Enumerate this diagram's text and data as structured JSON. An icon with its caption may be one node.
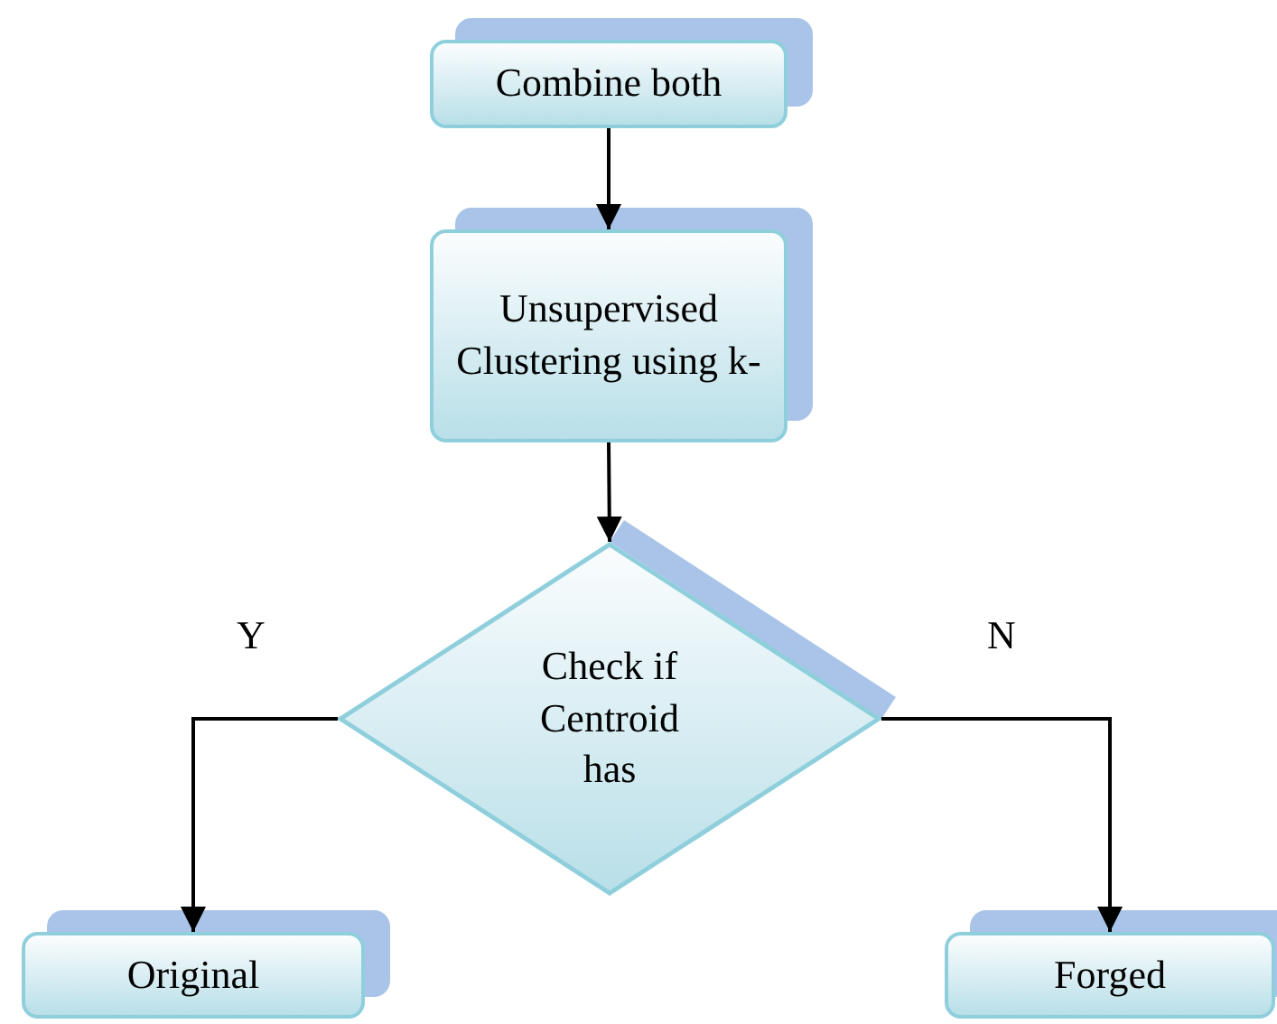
{
  "diagram": {
    "nodes": [
      {
        "text": [
          "Combine both"
        ]
      },
      {
        "text": [
          "Unsupervised Clustering using k-"
        ]
      },
      {
        "text": [
          "Check if Centroid has"
        ]
      },
      {
        "text": [
          "Original"
        ]
      },
      {
        "text": [
          "Forged"
        ]
      }
    ],
    "edges": [
      {
        "from": 0,
        "to": 1,
        "arrow": "to"
      },
      {
        "from": 1,
        "to": 2,
        "arrow": "to"
      },
      {
        "from": 2,
        "to": 3,
        "arrow": "to",
        "label": "Y"
      },
      {
        "from": 2,
        "to": 4,
        "arrow": "to",
        "label": "N"
      }
    ]
  }
}
